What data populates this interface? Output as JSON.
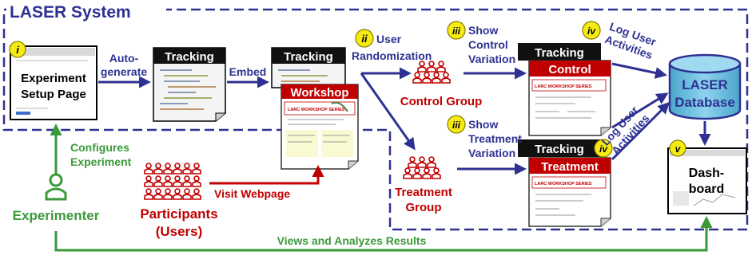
{
  "system_title": "LASER System",
  "steps": {
    "i": "i",
    "ii": "ii",
    "iii": "iii",
    "iv": "iv",
    "v": "v"
  },
  "nodes": {
    "setup_line1": "Experiment",
    "setup_line2": "Setup Page",
    "tracking": "Tracking",
    "workshop": "Workshop",
    "workshop_banner": "LARC WORKSHOP SERIES",
    "control": "Control",
    "treatment": "Treatment",
    "db_line1": "LASER",
    "db_line2": "Database",
    "dash_line1": "Dash-",
    "dash_line2": "board"
  },
  "labels": {
    "autogen_line1": "Auto-",
    "autogen_line2": "generate",
    "embed": "Embed",
    "user_rand_line1": "User",
    "user_rand_line2": "Randomization",
    "show_control_line1": "Show",
    "show_control_line2": "Control",
    "show_control_line3": "Variation",
    "show_treatment_line1": "Show",
    "show_treatment_line2": "Treatment",
    "show_treatment_line3": "Variation",
    "log_line1": "Log User",
    "log_line2": "Activities",
    "control_group": "Control Group",
    "treatment_group_line1": "Treatment",
    "treatment_group_line2": "Group",
    "configures_line1": "Configures",
    "configures_line2": "Experiment",
    "experimenter": "Experimenter",
    "visit": "Visit Webpage",
    "participants_line1": "Participants",
    "participants_line2": "(Users)",
    "views": "Views and Analyzes Results"
  },
  "colors": {
    "blue": "#2e3192",
    "red": "#c00000",
    "green": "#3a9a3a",
    "teal": "#5ab4d6",
    "badge": "#f5ea14"
  }
}
